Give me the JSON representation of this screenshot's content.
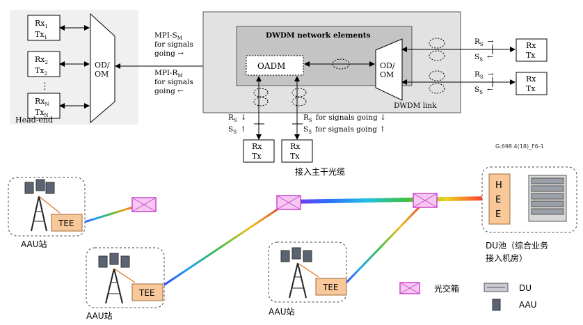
{
  "top_figure": {
    "head_end": {
      "label": "Head-end",
      "transceivers": [
        {
          "rx": "Rx",
          "rx_sub": "1",
          "tx": "Tx",
          "tx_sub": "1"
        },
        {
          "rx": "Rx",
          "rx_sub": "2",
          "tx": "Tx",
          "tx_sub": "2"
        },
        {
          "rx": "Rx",
          "rx_sub": "N",
          "tx": "Tx",
          "tx_sub": "N"
        }
      ],
      "ellipsis": "⋮",
      "mux": [
        "OD/",
        "OM"
      ]
    },
    "mpi_s": {
      "main": "MPI-S",
      "sub": "M",
      "line2": "for signals",
      "line3": "going →"
    },
    "mpi_r": {
      "main": "MPI-R",
      "sub": "M",
      "line2": "for signals",
      "line3": "going ←"
    },
    "dwdm": {
      "title": "DWDM network elements",
      "oadm": "OADM",
      "mux": [
        "OD/",
        "OM"
      ],
      "link_label": "DWDM link"
    },
    "right_ports": [
      {
        "r": "R",
        "r_sub": "S",
        "r_arrow": "→",
        "s": "S",
        "s_sub": "S",
        "s_arrow": "←",
        "rx": "Rx",
        "tx": "Tx"
      },
      {
        "r": "R",
        "r_sub": "S",
        "r_arrow": "→",
        "s": "S",
        "s_sub": "S",
        "s_arrow": "←",
        "rx": "Rx",
        "tx": "Tx"
      }
    ],
    "bottom_ports": {
      "left": {
        "r": "R",
        "r_sub": "S",
        "r_tail": "↓",
        "s": "S",
        "s_sub": "S",
        "s_tail": "↑",
        "rx": "Rx",
        "tx": "Tx"
      },
      "right": {
        "r": "R",
        "r_sub": "S",
        "r_tail": "for signals going ↓",
        "s": "S",
        "s_sub": "S",
        "s_tail": "for signals going ↑",
        "rx": "Rx",
        "tx": "Tx"
      }
    },
    "figure_id": "G.698.4(18)_F6-1"
  },
  "bottom_figure": {
    "trunk_label": "接入主干光缆",
    "sites": [
      {
        "tee": "TEE",
        "label": "AAU站"
      },
      {
        "tee": "TEE",
        "label": "AAU站"
      },
      {
        "tee": "TEE",
        "label": "AAU站"
      }
    ],
    "hee": [
      "H",
      "E",
      "E"
    ],
    "du_pool_label": [
      "DU池（综合业务",
      "接入机房）"
    ],
    "legend": [
      {
        "icon": "optical-cross-box-icon",
        "label": "光交箱"
      },
      {
        "icon": "du-icon",
        "label": "DU"
      },
      {
        "icon": "aau-icon",
        "label": "AAU"
      }
    ]
  }
}
